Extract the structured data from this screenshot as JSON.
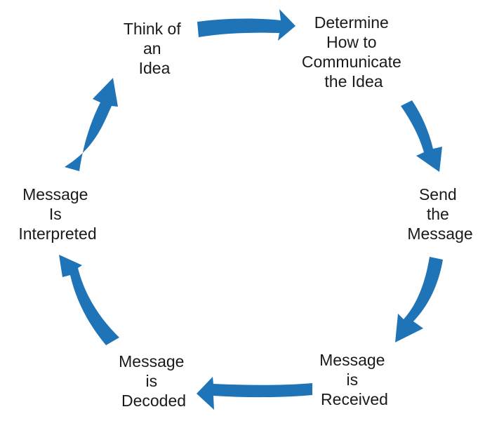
{
  "steps": [
    {
      "id": "think",
      "lines": [
        "Think of",
        "an",
        "Idea"
      ]
    },
    {
      "id": "determine",
      "lines": [
        "Determine",
        "How to",
        "Communicate",
        "the Idea"
      ]
    },
    {
      "id": "send",
      "lines": [
        "Send",
        "the",
        "Message"
      ]
    },
    {
      "id": "received",
      "lines": [
        "Message",
        "is",
        "Received"
      ]
    },
    {
      "id": "decoded",
      "lines": [
        "Message",
        "is",
        "Decoded"
      ]
    },
    {
      "id": "interpreted",
      "lines": [
        "Message",
        "Is",
        "Interpreted"
      ]
    }
  ],
  "colors": {
    "arrow": "#1f73b7",
    "text": "#1a1a1a"
  }
}
